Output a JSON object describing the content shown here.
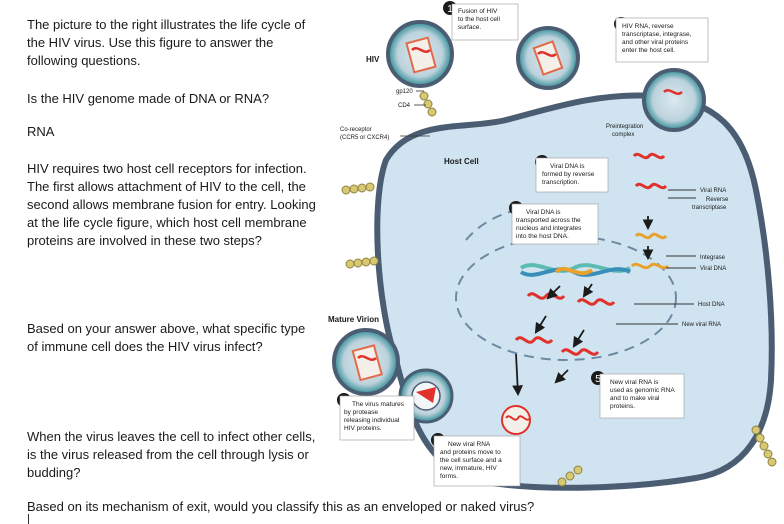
{
  "document": {
    "questions": [
      {
        "text": "The picture to the right illustrates the life cycle of the HIV virus. Use this figure to answer the following questions."
      },
      {
        "text": "Is the HIV genome made of DNA or RNA?"
      },
      {
        "text": "RNA"
      },
      {
        "text": "HIV requires two host cell receptors for infection. The first allows attachment of HIV to the cell, the second allows membrane fusion for entry. Looking at the life cycle figure, which host cell membrane proteins are involved in these two steps?"
      },
      {
        "text": "Based on your answer above, what specific type of immune cell does the HIV virus infect?"
      },
      {
        "text": "When the virus leaves the cell to infect other cells, is the virus released from the cell through lysis or budding?"
      },
      {
        "text": "Based on its mechanism of exit, would you classify this as an enveloped or naked virus?"
      }
    ]
  },
  "figure": {
    "labels": {
      "hiv": "HIV",
      "gp120": "gp120",
      "cd4": "CD4",
      "coreceptor_1": "Co-receptor",
      "coreceptor_2": "(CCR5 or CXCR4)",
      "host_cell": "Host Cell",
      "mature_virion": "Mature Virion",
      "preintegration_1": "Preintegration",
      "preintegration_2": "complex",
      "viral_rna": "Viral RNA",
      "reverse_1": "Reverse",
      "reverse_2": "transcriptase",
      "integrase": "Integrase",
      "viral_dna": "Viral DNA",
      "host_dna": "Host DNA",
      "new_viral_rna": "New viral RNA"
    },
    "steps": [
      {
        "num": "1",
        "lines": [
          "Fusion of HIV",
          "to the host cell",
          "surface."
        ]
      },
      {
        "num": "2",
        "lines": [
          "HIV RNA, reverse",
          "transcriptase, integrase,",
          "and other viral proteins",
          "enter the host cell."
        ]
      },
      {
        "num": "3",
        "lines": [
          "Viral DNA is",
          "formed by reverse",
          "transcription."
        ]
      },
      {
        "num": "4",
        "lines": [
          "Viral DNA is",
          "transported across the",
          "nucleus and integrates",
          "into the host DNA."
        ]
      },
      {
        "num": "5",
        "lines": [
          "New viral RNA is",
          "used as genomic RNA",
          "and to make viral",
          "proteins."
        ]
      },
      {
        "num": "6",
        "lines": [
          "New viral RNA",
          "and proteins move to",
          "the cell surface and a",
          "new, immature, HIV",
          "forms."
        ]
      },
      {
        "num": "7",
        "lines": [
          "The virus matures",
          "by protease",
          "releasing individual",
          "HIV proteins."
        ]
      }
    ],
    "colors": {
      "cytoplasm": "#cfe4f0",
      "membrane": "#4a5d73",
      "virus_shell": "#8a99a8",
      "virus_inner": "#2f8d96",
      "rna": "#e0322a",
      "dna": "#e8a22c",
      "receptor": "#d8c872"
    }
  }
}
